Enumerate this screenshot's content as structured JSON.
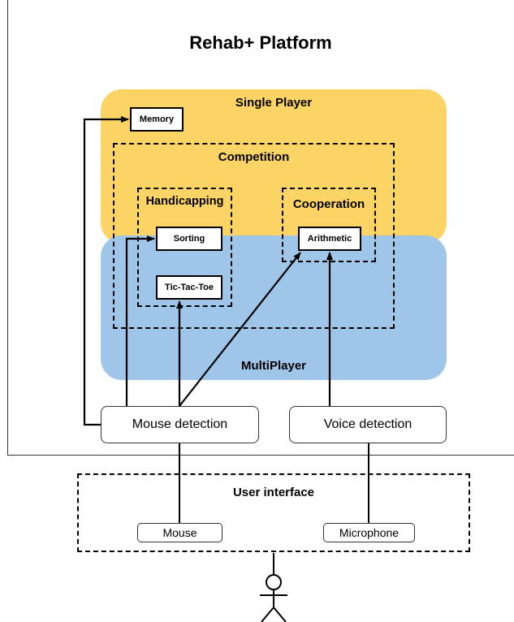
{
  "title": "Rehab+ Platform",
  "zones": {
    "single_player": "Single Player",
    "multi_player": "MultiPlayer",
    "competition": "Competition",
    "handicapping": "Handicapping",
    "cooperation": "Cooperation",
    "user_interface_prefix": "User ",
    "user_interface_bold": "interface"
  },
  "games": {
    "memory": "Memory",
    "sorting": "Sorting",
    "tictactoe": "Tic-Tac-Toe",
    "arithmetic": "Arithmetic"
  },
  "detectors": {
    "mouse": "Mouse detection",
    "voice": "Voice detection"
  },
  "devices": {
    "mouse": "Mouse",
    "microphone": "Microphone"
  },
  "colors": {
    "single_player_zone": "#fcd466",
    "multi_player_zone": "#9fc5e8"
  },
  "icons": {
    "user": "stick-figure-icon"
  }
}
